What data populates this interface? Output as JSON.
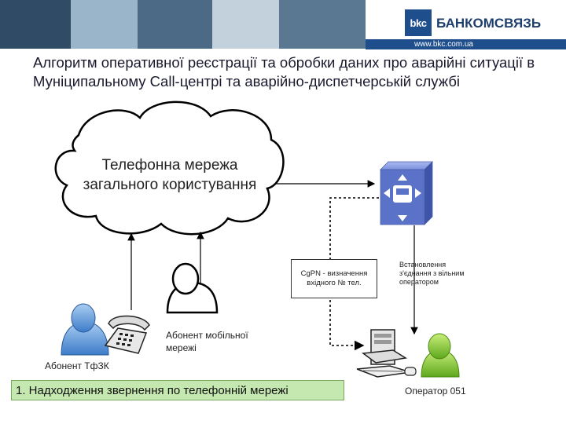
{
  "header": {
    "brand_mark": "bkc",
    "brand_name": "БАНКОМСВЯЗЬ",
    "url": "www.bkc.com.ua"
  },
  "title": "Алгоритм оперативної реєстрації та обробки даних про аварійні ситуації в Муніципальному Call-центрі та аварійно-диспетчерській службі",
  "cloud": {
    "line1": "Телефонна мережа",
    "line2": "загального користування"
  },
  "cgpn_box": "CgPN - визначення вхідного № тел.",
  "connect_label": "Встановлення з'єднання з вільним оператором",
  "labels": {
    "mobile": "Абонент мобільної мережі",
    "tfzk": "Абонент ТфЗК",
    "operator": "Оператор 051"
  },
  "caption": "1. Надходження звернення по телефонній мережі",
  "colors": {
    "brand_blue": "#1f4e8c",
    "caption_green": "#c5e8b0",
    "pbx_blue": "#5a73c9"
  },
  "icons": [
    "cloud-icon",
    "pbx-icon",
    "user-outline-icon",
    "user-blue-icon",
    "telephone-icon",
    "computer-icon",
    "user-green-icon"
  ]
}
